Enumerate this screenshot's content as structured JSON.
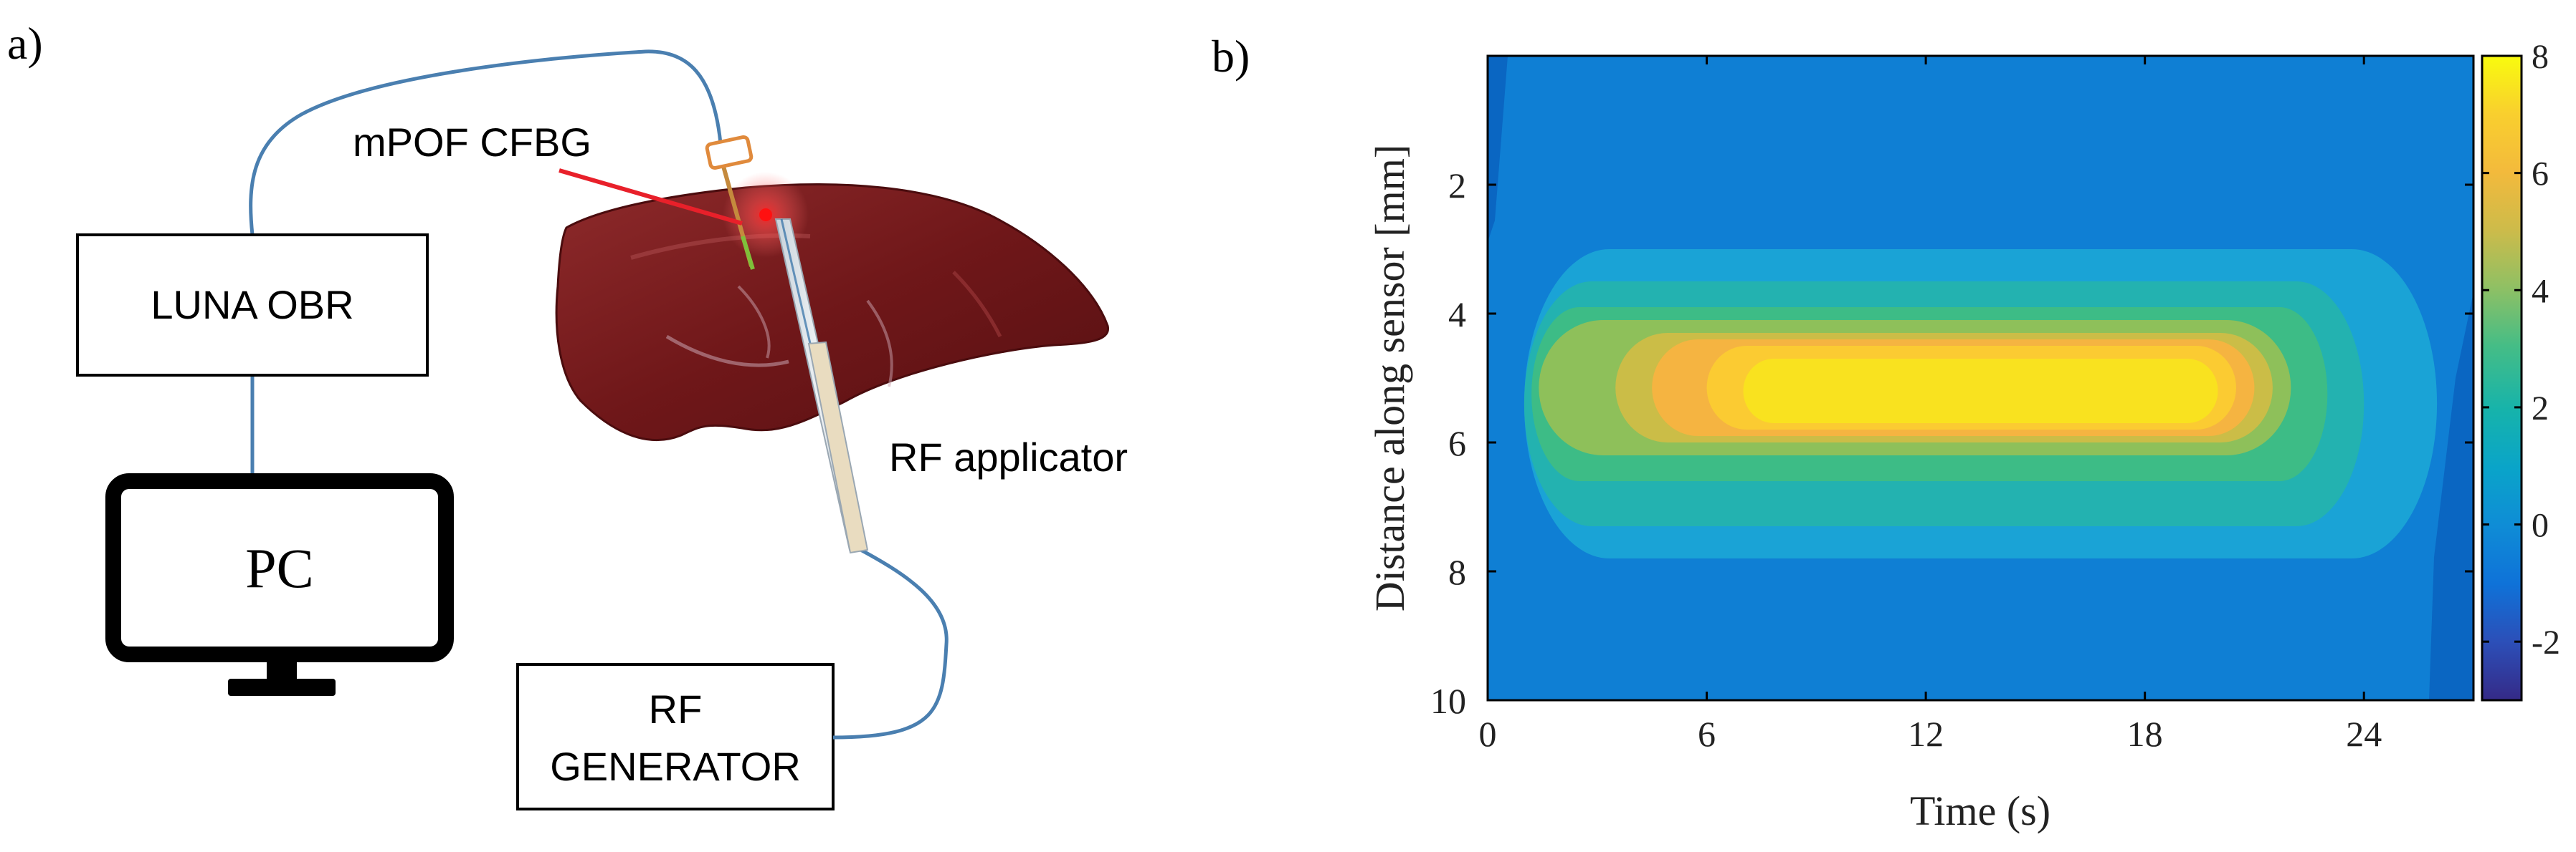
{
  "panel_a": {
    "label": "a)",
    "luna_obr": "LUNA OBR",
    "pc": "PC",
    "rf_generator_line1": "RF",
    "rf_generator_line2": "GENERATOR",
    "sensor_label": "mPOF CFBG",
    "applicator_label": "RF applicator",
    "colors": {
      "fiber": "#4a7fb0",
      "pointer": "#e8202a",
      "tissue": "#7a1a1c",
      "sensor_box": "#e08a3c"
    }
  },
  "panel_b": {
    "label": "b)",
    "chart_data": {
      "type": "heatmap",
      "subtype": "filled-contour",
      "xlabel": "Time (s)",
      "ylabel": "Distance along sensor [mm]",
      "xlim": [
        0,
        27
      ],
      "ylim": [
        10,
        0
      ],
      "y_axis_reversed": true,
      "xticks": [
        0,
        6,
        12,
        18,
        24
      ],
      "yticks": [
        2,
        4,
        6,
        8,
        10
      ],
      "colorbar": {
        "min": -3,
        "max": 8,
        "ticks": [
          -2,
          0,
          2,
          4,
          6,
          8
        ],
        "colormap": "parula"
      },
      "background_level": 0,
      "peak": {
        "value": 8,
        "time_range": [
          7,
          20
        ],
        "distance_range": [
          4.7,
          5.7
        ]
      },
      "levels": [
        {
          "value": 1,
          "color": "#1aa3d6",
          "time_range": [
            1,
            26
          ],
          "distance_range": [
            3.0,
            7.8
          ]
        },
        {
          "value": 2,
          "color": "#23b2b0",
          "time_range": [
            1,
            24
          ],
          "distance_range": [
            3.5,
            7.3
          ]
        },
        {
          "value": 3,
          "color": "#3dbc86",
          "time_range": [
            1.2,
            23
          ],
          "distance_range": [
            3.9,
            6.6
          ]
        },
        {
          "value": 4,
          "color": "#8ec05a",
          "time_range": [
            1.4,
            22
          ],
          "distance_range": [
            4.1,
            6.2
          ]
        },
        {
          "value": 5,
          "color": "#cbbd47",
          "time_range": [
            3.5,
            21.5
          ],
          "distance_range": [
            4.3,
            6.0
          ]
        },
        {
          "value": 6,
          "color": "#f5b441",
          "time_range": [
            4.5,
            21
          ],
          "distance_range": [
            4.4,
            5.9
          ]
        },
        {
          "value": 7,
          "color": "#fbcb32",
          "time_range": [
            6,
            20.5
          ],
          "distance_range": [
            4.5,
            5.8
          ]
        },
        {
          "value": 8,
          "color": "#f9e21f",
          "time_range": [
            7,
            20
          ],
          "distance_range": [
            4.7,
            5.7
          ]
        }
      ],
      "background_color": "#0f7fd4",
      "edge_color": "#0a66c2"
    }
  }
}
